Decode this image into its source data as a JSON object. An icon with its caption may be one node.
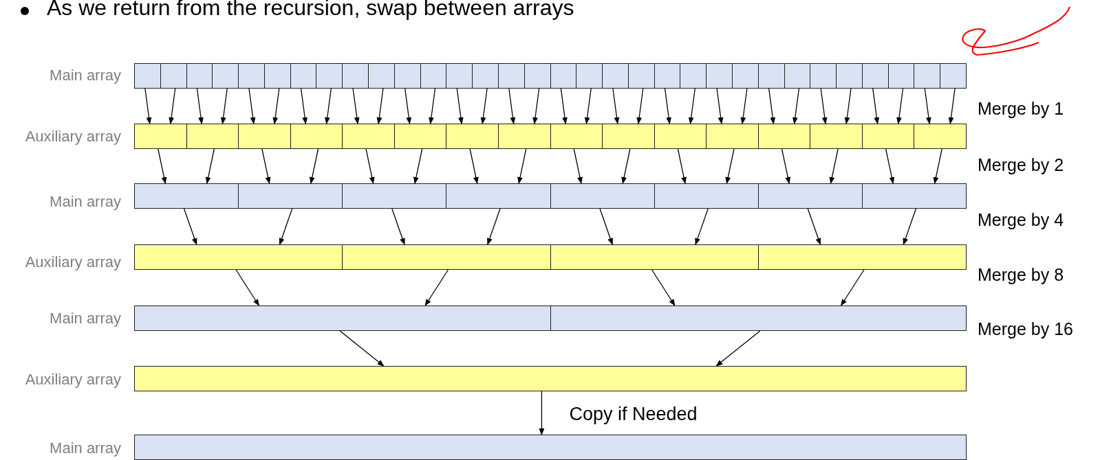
{
  "diagram": {
    "title": "As we return from the recursion, swap between arrays",
    "nodes": [
      {
        "text": [],
        "shape": "box"
      },
      {
        "text": [],
        "shape": "box"
      },
      {
        "text": [],
        "shape": "box"
      },
      {
        "text": [],
        "shape": "box"
      },
      {
        "text": [],
        "shape": "box"
      },
      {
        "text": [],
        "shape": "box"
      },
      {
        "text": [],
        "shape": "box"
      },
      {
        "text": [],
        "shape": "box"
      },
      {
        "text": [],
        "shape": "box"
      },
      {
        "text": [],
        "shape": "box"
      },
      {
        "text": [],
        "shape": "box"
      },
      {
        "text": [],
        "shape": "box"
      },
      {
        "text": [],
        "shape": "box"
      },
      {
        "text": [],
        "shape": "box"
      },
      {
        "text": [],
        "shape": "box"
      },
      {
        "text": [],
        "shape": "box"
      },
      {
        "text": [],
        "shape": "box"
      },
      {
        "text": [],
        "shape": "box"
      },
      {
        "text": [],
        "shape": "box"
      },
      {
        "text": [],
        "shape": "box"
      },
      {
        "text": [],
        "shape": "box"
      },
      {
        "text": [],
        "shape": "box"
      },
      {
        "text": [],
        "shape": "box"
      },
      {
        "text": [],
        "shape": "box"
      },
      {
        "text": [],
        "shape": "box"
      },
      {
        "text": [],
        "shape": "box"
      },
      {
        "text": [],
        "shape": "box"
      },
      {
        "text": [],
        "shape": "box"
      },
      {
        "text": [],
        "shape": "box"
      },
      {
        "text": [],
        "shape": "box"
      },
      {
        "text": [],
        "shape": "box"
      },
      {
        "text": [],
        "shape": "box"
      },
      {
        "text": [],
        "shape": "box"
      },
      {
        "text": [],
        "shape": "box"
      },
      {
        "text": [],
        "shape": "box"
      },
      {
        "text": [],
        "shape": "box"
      },
      {
        "text": [],
        "shape": "box"
      },
      {
        "text": [],
        "shape": "box"
      },
      {
        "text": [],
        "shape": "box"
      },
      {
        "text": [],
        "shape": "box"
      },
      {
        "text": [],
        "shape": "box"
      },
      {
        "text": [],
        "shape": "box"
      },
      {
        "text": [],
        "shape": "box"
      },
      {
        "text": [],
        "shape": "box"
      },
      {
        "text": [],
        "shape": "box"
      },
      {
        "text": [],
        "shape": "box"
      },
      {
        "text": [],
        "shape": "box"
      },
      {
        "text": [],
        "shape": "box"
      },
      {
        "text": [],
        "shape": "box"
      },
      {
        "text": [],
        "shape": "box"
      },
      {
        "text": [],
        "shape": "box"
      },
      {
        "text": [],
        "shape": "box"
      },
      {
        "text": [],
        "shape": "box"
      },
      {
        "text": [],
        "shape": "box"
      },
      {
        "text": [],
        "shape": "box"
      },
      {
        "text": [],
        "shape": "box"
      },
      {
        "text": [],
        "shape": "box"
      },
      {
        "text": [],
        "shape": "box"
      },
      {
        "text": [],
        "shape": "box"
      },
      {
        "text": [],
        "shape": "box"
      },
      {
        "text": [],
        "shape": "box"
      },
      {
        "text": [],
        "shape": "box"
      },
      {
        "text": [],
        "shape": "box"
      },
      {
        "text": [],
        "shape": "box"
      }
    ],
    "edges": [
      {
        "from": 0,
        "to": 32,
        "arrow": "to"
      },
      {
        "from": 1,
        "to": 32,
        "arrow": "to"
      },
      {
        "from": 2,
        "to": 33,
        "arrow": "to"
      },
      {
        "from": 3,
        "to": 33,
        "arrow": "to"
      },
      {
        "from": 4,
        "to": 34,
        "arrow": "to"
      },
      {
        "from": 5,
        "to": 34,
        "arrow": "to"
      },
      {
        "from": 6,
        "to": 35,
        "arrow": "to"
      },
      {
        "from": 7,
        "to": 35,
        "arrow": "to"
      },
      {
        "from": 8,
        "to": 36,
        "arrow": "to"
      },
      {
        "from": 9,
        "to": 36,
        "arrow": "to"
      },
      {
        "from": 10,
        "to": 37,
        "arrow": "to"
      },
      {
        "from": 11,
        "to": 37,
        "arrow": "to"
      },
      {
        "from": 12,
        "to": 38,
        "arrow": "to"
      },
      {
        "from": 13,
        "to": 38,
        "arrow": "to"
      },
      {
        "from": 14,
        "to": 39,
        "arrow": "to"
      },
      {
        "from": 15,
        "to": 39,
        "arrow": "to"
      },
      {
        "from": 16,
        "to": 40,
        "arrow": "to"
      },
      {
        "from": 17,
        "to": 40,
        "arrow": "to"
      },
      {
        "from": 18,
        "to": 41,
        "arrow": "to"
      },
      {
        "from": 19,
        "to": 41,
        "arrow": "to"
      },
      {
        "from": 20,
        "to": 42,
        "arrow": "to"
      },
      {
        "from": 21,
        "to": 42,
        "arrow": "to"
      },
      {
        "from": 22,
        "to": 43,
        "arrow": "to"
      },
      {
        "from": 23,
        "to": 43,
        "arrow": "to"
      },
      {
        "from": 24,
        "to": 44,
        "arrow": "to"
      },
      {
        "from": 25,
        "to": 44,
        "arrow": "to"
      },
      {
        "from": 26,
        "to": 45,
        "arrow": "to"
      },
      {
        "from": 27,
        "to": 45,
        "arrow": "to"
      },
      {
        "from": 28,
        "to": 46,
        "arrow": "to"
      },
      {
        "from": 29,
        "to": 46,
        "arrow": "to"
      },
      {
        "from": 30,
        "to": 47,
        "arrow": "to"
      },
      {
        "from": 31,
        "to": 47,
        "arrow": "to"
      },
      {
        "from": 32,
        "to": 48,
        "arrow": "to"
      },
      {
        "from": 33,
        "to": 48,
        "arrow": "to"
      },
      {
        "from": 34,
        "to": 49,
        "arrow": "to"
      },
      {
        "from": 35,
        "to": 49,
        "arrow": "to"
      },
      {
        "from": 36,
        "to": 50,
        "arrow": "to"
      },
      {
        "from": 37,
        "to": 50,
        "arrow": "to"
      },
      {
        "from": 38,
        "to": 51,
        "arrow": "to"
      },
      {
        "from": 39,
        "to": 51,
        "arrow": "to"
      },
      {
        "from": 40,
        "to": 52,
        "arrow": "to"
      },
      {
        "from": 41,
        "to": 52,
        "arrow": "to"
      },
      {
        "from": 42,
        "to": 53,
        "arrow": "to"
      },
      {
        "from": 43,
        "to": 53,
        "arrow": "to"
      },
      {
        "from": 44,
        "to": 54,
        "arrow": "to"
      },
      {
        "from": 45,
        "to": 54,
        "arrow": "to"
      },
      {
        "from": 46,
        "to": 55,
        "arrow": "to"
      },
      {
        "from": 47,
        "to": 55,
        "arrow": "to"
      },
      {
        "from": 48,
        "to": 56,
        "arrow": "to"
      },
      {
        "from": 49,
        "to": 56,
        "arrow": "to"
      },
      {
        "from": 50,
        "to": 57,
        "arrow": "to"
      },
      {
        "from": 51,
        "to": 57,
        "arrow": "to"
      },
      {
        "from": 52,
        "to": 58,
        "arrow": "to"
      },
      {
        "from": 53,
        "to": 58,
        "arrow": "to"
      },
      {
        "from": 54,
        "to": 59,
        "arrow": "to"
      },
      {
        "from": 55,
        "to": 59,
        "arrow": "to"
      },
      {
        "from": 56,
        "to": 60,
        "arrow": "to"
      },
      {
        "from": 57,
        "to": 60,
        "arrow": "to"
      },
      {
        "from": 58,
        "to": 61,
        "arrow": "to"
      },
      {
        "from": 59,
        "to": 61,
        "arrow": "to"
      },
      {
        "from": 60,
        "to": 62,
        "arrow": "to"
      },
      {
        "from": 61,
        "to": 62,
        "arrow": "to"
      },
      {
        "from": 62,
        "to": 63,
        "arrow": "to",
        "label": "Copy if Needed"
      }
    ],
    "labels": [
      "Main array",
      "Merge by 1",
      "Auxiliary array",
      "Merge by 2",
      "Main array",
      "Merge by 4",
      "Auxiliary array",
      "Merge by 8",
      "Main array",
      "Merge by 16",
      "Auxiliary array",
      "Main array"
    ]
  }
}
